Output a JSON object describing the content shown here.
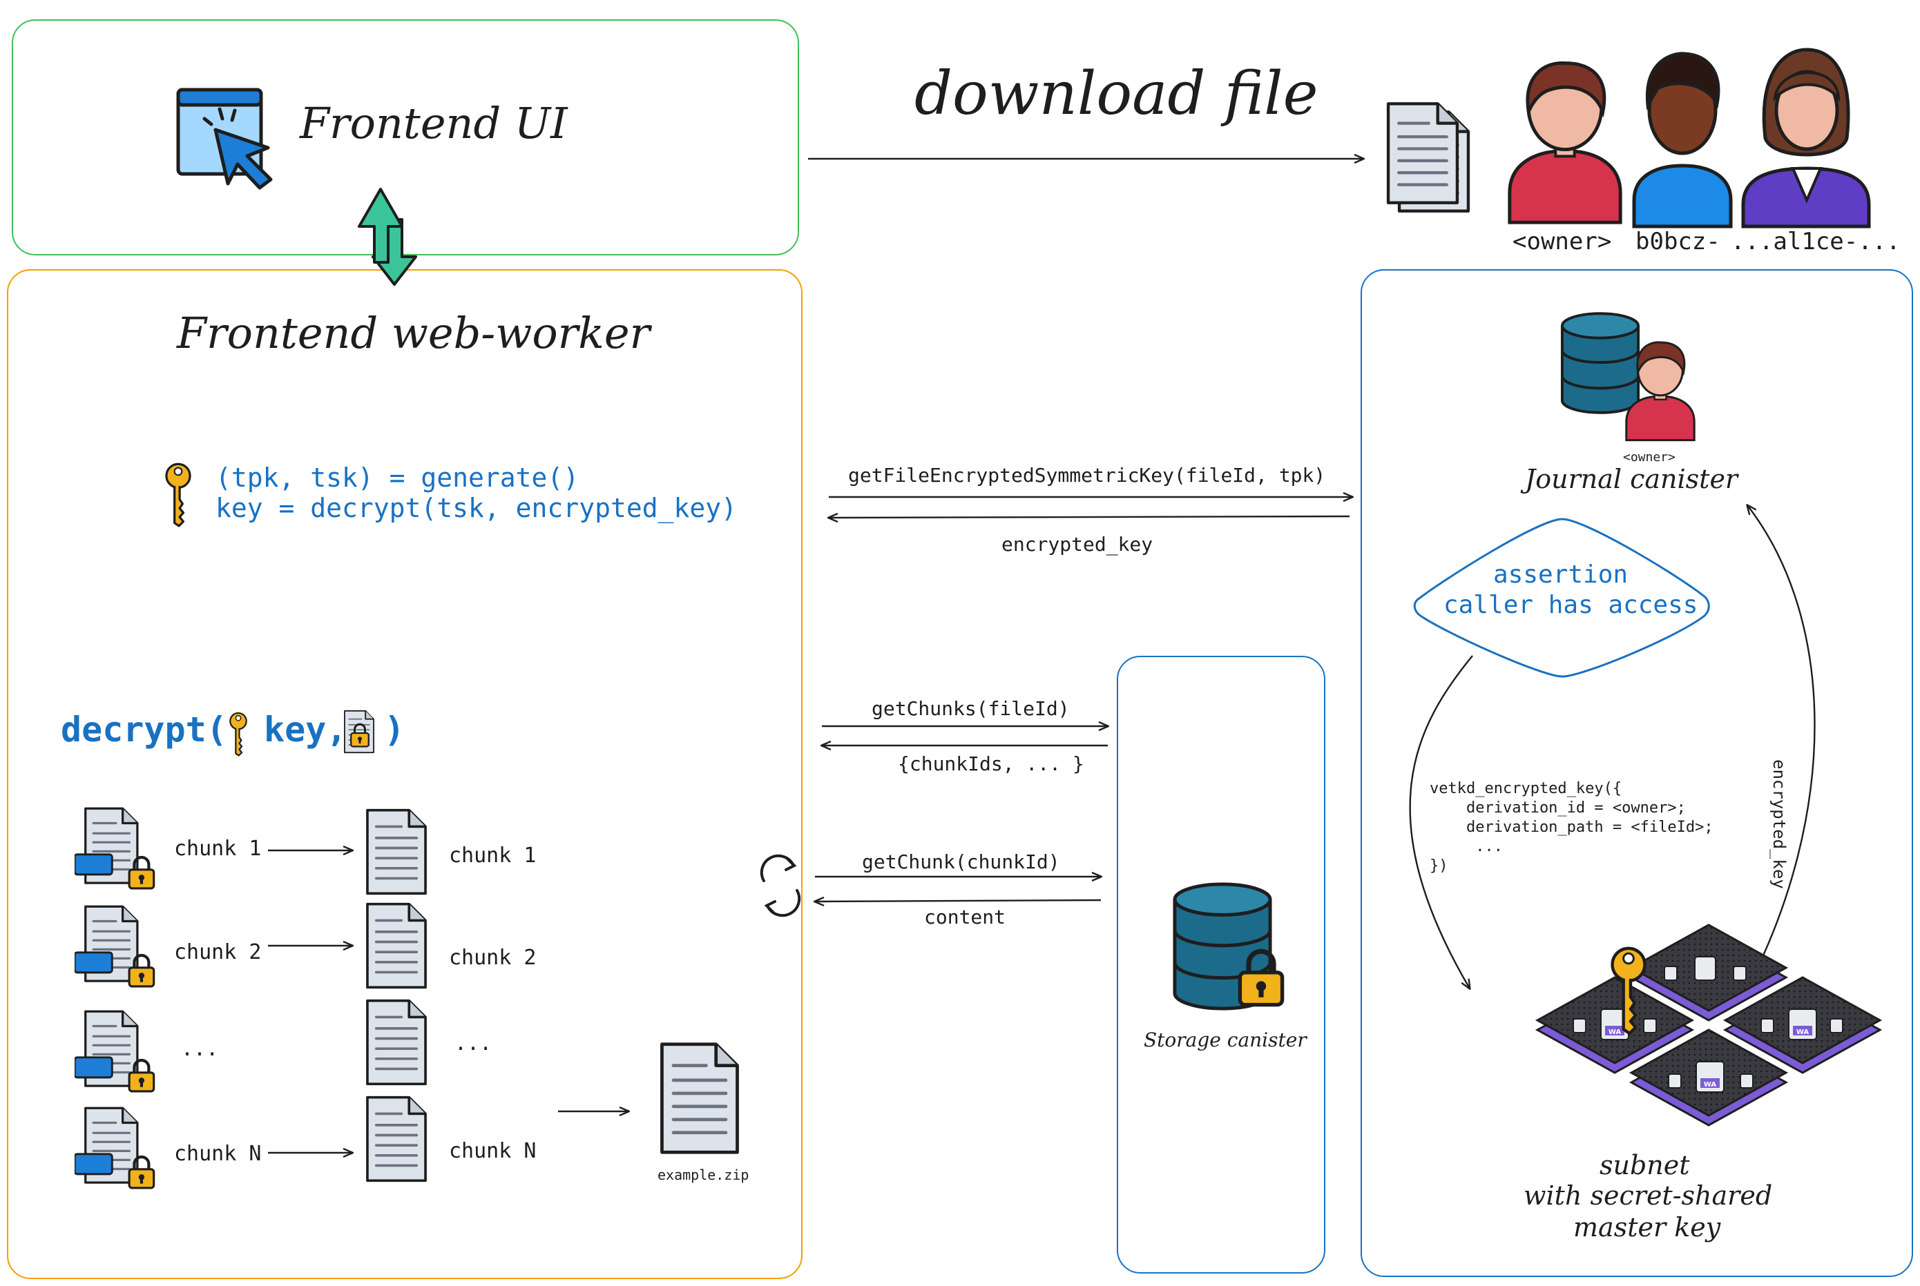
{
  "frontend_ui": {
    "title": "Frontend UI"
  },
  "download": {
    "label": "download file"
  },
  "users": [
    {
      "label": "<owner>"
    },
    {
      "label": "b0bcz-"
    },
    {
      "label": "...al1ce-..."
    }
  ],
  "web_worker": {
    "title": "Frontend web-worker",
    "code_line1": "(tpk, tsk) = generate()",
    "code_line2": "key = decrypt(tsk, encrypted_key)",
    "decrypt_prefix": "decrypt(",
    "decrypt_key": "key,",
    "decrypt_suffix": ")",
    "encrypted_chunks": [
      "chunk 1",
      "chunk 2",
      "...",
      "chunk N"
    ],
    "decrypted_chunks": [
      "chunk 1",
      "chunk 2",
      "...",
      "chunk N"
    ],
    "output_file": "example.zip"
  },
  "calls": {
    "get_key_request": "getFileEncryptedSymmetricKey(fileId, tpk)",
    "get_key_response": "encrypted_key",
    "get_chunks_request": "getChunks(fileId)",
    "get_chunks_response": "{chunkIds, ... }",
    "get_chunk_request": "getChunk(chunkId)",
    "get_chunk_response": "content"
  },
  "storage": {
    "title": "Storage canister"
  },
  "journal": {
    "owner_tag": "<owner>",
    "title": "Journal canister",
    "assertion_line1": "assertion",
    "assertion_line2": "caller has access",
    "vetkd_line1": "vetkd_encrypted_key({",
    "vetkd_line2": "    derivation_id = <owner>;",
    "vetkd_line3": "    derivation_path = <fileId>;",
    "vetkd_line4": "     ...",
    "vetkd_line5": "})",
    "return_label": "encrypted_key",
    "subnet_line1": "subnet",
    "subnet_line2": "with secret-shared",
    "subnet_line3": "master key",
    "node_badge": "WA"
  },
  "colors": {
    "frontend_ui_border": "#40c057",
    "web_worker_border": "#f59f00",
    "canister_border": "#1971c2",
    "code_blue": "#1971c2",
    "exchange_green": "#3bc49a",
    "db_teal": "#1c6b8a",
    "lock_gold": "#f2b21c",
    "subnet_purple": "#7c5cd6"
  }
}
